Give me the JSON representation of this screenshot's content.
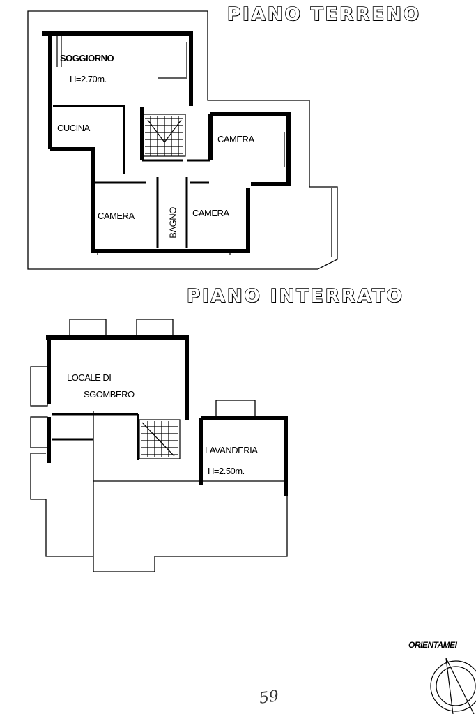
{
  "ground_floor": {
    "title": "PIANO TERRENO",
    "rooms": {
      "living": "SOGGIORNO",
      "living_height": "H=2.70m.",
      "kitchen": "CUCINA",
      "bedroom_right": "CAMERA",
      "bedroom_left": "CAMERA",
      "bathroom": "BAGNO",
      "bedroom_center": "CAMERA"
    }
  },
  "basement": {
    "title": "PIANO INTERRATO",
    "rooms": {
      "storage_line1": "LOCALE DI",
      "storage_line2": "SGOMBERO",
      "laundry": "LAVANDERIA",
      "laundry_height": "H=2.50m."
    }
  },
  "orientation_label": "ORIENTAMEI",
  "handwritten_number": "59",
  "colors": {
    "ink": "#000000",
    "paper": "#ffffff"
  }
}
